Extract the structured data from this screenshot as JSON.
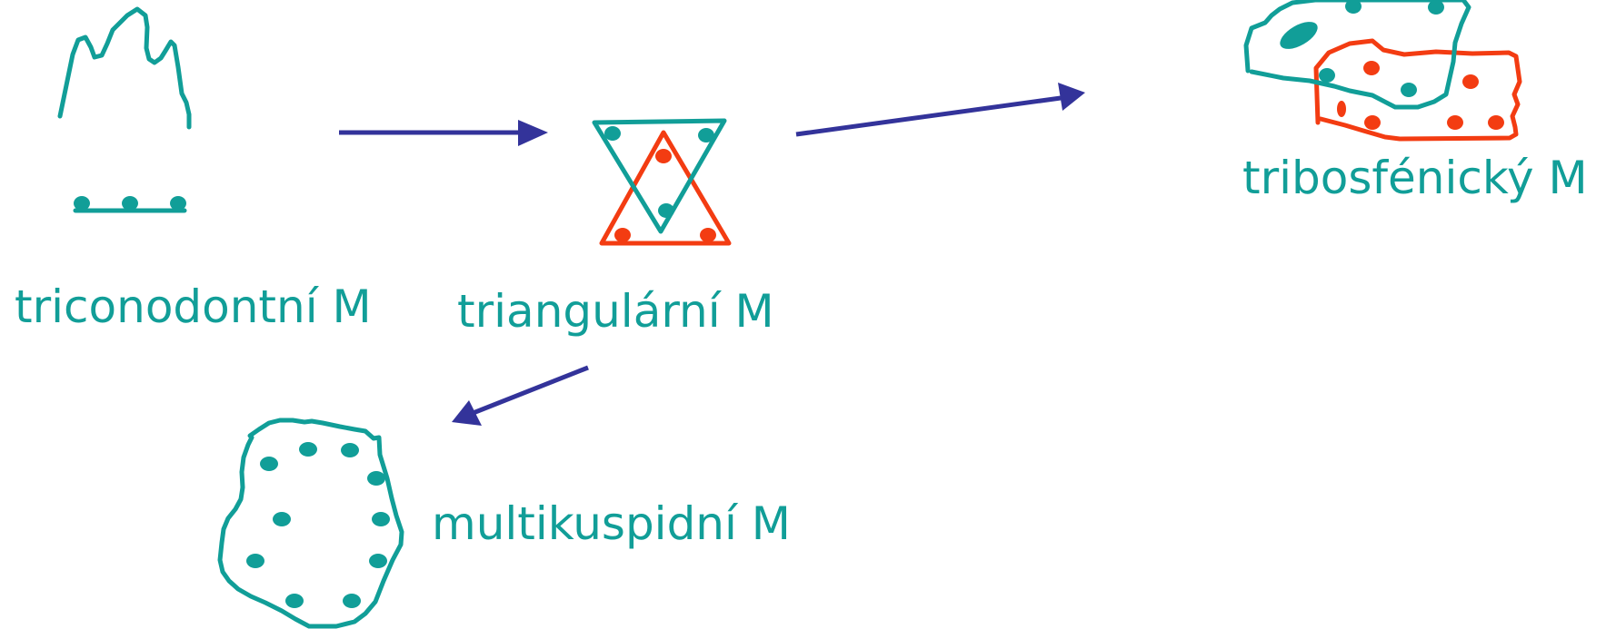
{
  "labels": {
    "triconodont": "triconodontní M",
    "triangular": "triangulární M",
    "tribosphenic": "tribosfénický M",
    "multicuspid": "multikuspidní M"
  },
  "colors": {
    "teal": "#119e98",
    "red": "#f33c12",
    "arrow": "#33339a",
    "background": "#ffffff"
  }
}
